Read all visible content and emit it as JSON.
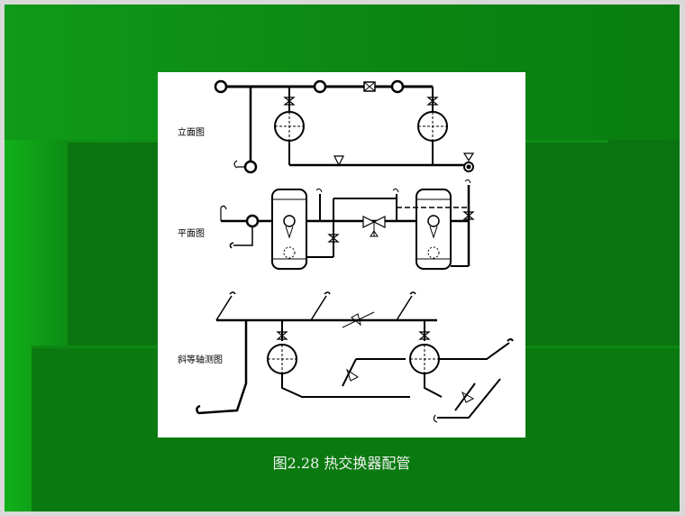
{
  "figure": {
    "labels": {
      "elevation": "立面图",
      "plan": "平面图",
      "isometric": "斜等轴测图"
    },
    "caption": "图2.28  热交换器配管"
  }
}
